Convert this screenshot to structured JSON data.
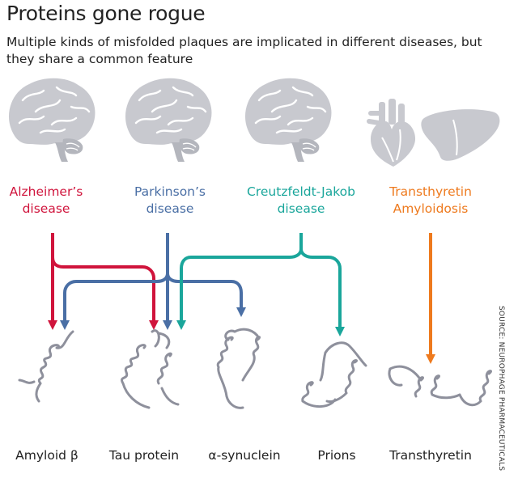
{
  "title": "Proteins gone rogue",
  "subtitle": "Multiple kinds of misfolded plaques are implicated in different diseases, but they share a common feature",
  "source": "SOURCE: NEUROPHAGE PHARMACEUTICALS",
  "diseases": [
    {
      "line1": "Alzheimer’s",
      "line2": "disease",
      "color": "#d0143c"
    },
    {
      "line1": "Parkinson’s",
      "line2": "disease",
      "color": "#4a6fa5"
    },
    {
      "line1": "Creutzfeldt-Jakob",
      "line2": "disease",
      "color": "#1aa69b"
    },
    {
      "line1": "Transthyretin",
      "line2": "Amyloidosis",
      "color": "#ee7a1e"
    }
  ],
  "proteins": [
    {
      "label": "Amyloid β"
    },
    {
      "label": "Tau protein"
    },
    {
      "label": "α-synuclein"
    },
    {
      "label": "Prions"
    },
    {
      "label": "Transthyretin"
    }
  ],
  "icons": [
    "brain-icon",
    "brain-icon",
    "brain-icon",
    "heart-icon",
    "liver-icon"
  ]
}
